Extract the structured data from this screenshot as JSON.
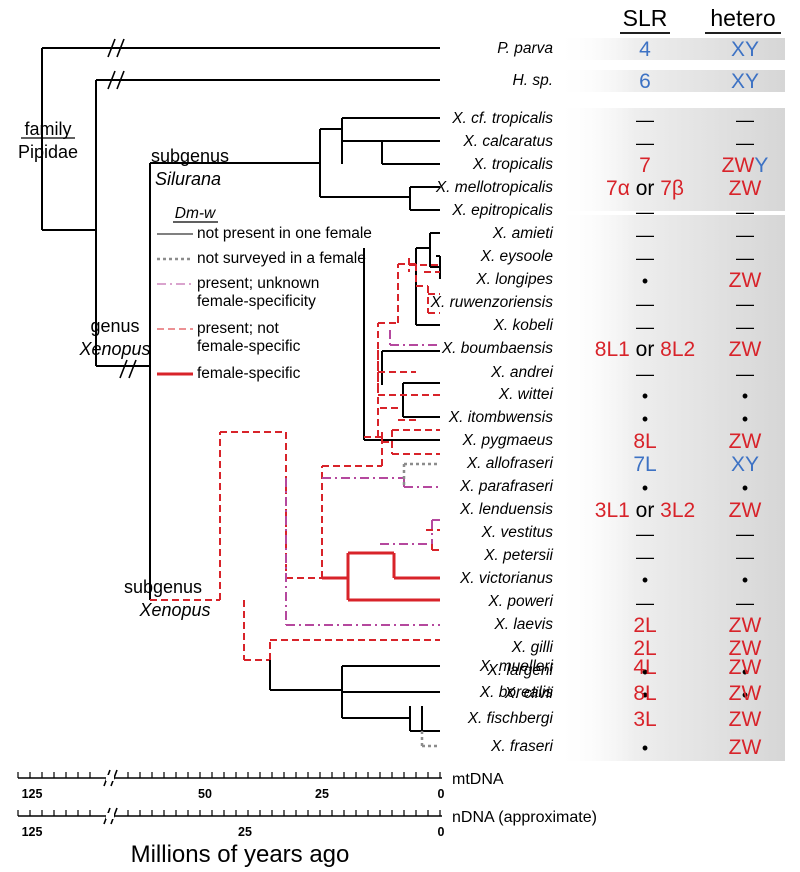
{
  "columns": {
    "slr": "SLR",
    "hetero": "hetero"
  },
  "labels": {
    "family": [
      "family",
      "Pipidae"
    ],
    "silurana": [
      "subgenus",
      "Silurana"
    ],
    "genus": [
      "genus",
      "Xenopus"
    ],
    "subgenus_xenopus": [
      "subgenus",
      "Xenopus"
    ]
  },
  "legend": {
    "title": "Dm-w",
    "items": [
      {
        "style": "solid-black",
        "lines": [
          "not present in one female"
        ]
      },
      {
        "style": "dotted-gray",
        "lines": [
          "not surveyed in a female"
        ]
      },
      {
        "style": "dashdot-magenta",
        "lines": [
          "present; unknown",
          "female-specificity"
        ]
      },
      {
        "style": "dashed-red",
        "lines": [
          "present; not",
          "female-specific"
        ]
      },
      {
        "style": "solid-red",
        "lines": [
          "female-specific"
        ]
      }
    ]
  },
  "colors": {
    "red": "#d8232a",
    "blue": "#3d72c4",
    "gray": "#8c8c8c",
    "magenta": "#b5489e"
  },
  "taxa": [
    {
      "name": "P. parva",
      "slr": [
        {
          "t": "4",
          "c": "blue"
        }
      ],
      "het": [
        {
          "t": "XY",
          "c": "blue"
        }
      ]
    },
    {
      "name": "H. sp.",
      "slr": [
        {
          "t": "6",
          "c": "blue"
        }
      ],
      "het": [
        {
          "t": "XY",
          "c": "blue"
        }
      ]
    },
    {
      "name": "X. cf. tropicalis",
      "slr": [
        {
          "t": "—",
          "c": "blk"
        }
      ],
      "het": [
        {
          "t": "—",
          "c": "blk"
        }
      ]
    },
    {
      "name": "X. calcaratus",
      "slr": [
        {
          "t": "—",
          "c": "blk"
        }
      ],
      "het": [
        {
          "t": "—",
          "c": "blk"
        }
      ]
    },
    {
      "name": "X. tropicalis",
      "slr": [
        {
          "t": "7",
          "c": "red"
        }
      ],
      "het": [
        {
          "t": "ZW",
          "c": "red"
        },
        {
          "t": "Y",
          "c": "blue"
        }
      ]
    },
    {
      "name": "X. mellotropicalis",
      "slr": [
        {
          "t": "7α",
          "c": "red"
        },
        {
          "t": " or ",
          "c": "blk"
        },
        {
          "t": "7β",
          "c": "red"
        }
      ],
      "het": [
        {
          "t": "ZW",
          "c": "red"
        }
      ]
    },
    {
      "name": "X. epitropicalis",
      "slr": [
        {
          "t": "—",
          "c": "blk"
        }
      ],
      "het": [
        {
          "t": "—",
          "c": "blk"
        }
      ]
    },
    {
      "name": "X. amieti",
      "slr": [
        {
          "t": "—",
          "c": "blk"
        }
      ],
      "het": [
        {
          "t": "—",
          "c": "blk"
        }
      ]
    },
    {
      "name": "X. eysoole",
      "slr": [
        {
          "t": "—",
          "c": "blk"
        }
      ],
      "het": [
        {
          "t": "—",
          "c": "blk"
        }
      ]
    },
    {
      "name": "X. longipes",
      "slr": [
        {
          "t": "•",
          "c": "blk"
        }
      ],
      "het": [
        {
          "t": "ZW",
          "c": "red"
        }
      ]
    },
    {
      "name": "X. ruwenzoriensis",
      "slr": [
        {
          "t": "—",
          "c": "blk"
        }
      ],
      "het": [
        {
          "t": "—",
          "c": "blk"
        }
      ]
    },
    {
      "name": "X. kobeli",
      "slr": [
        {
          "t": "—",
          "c": "blk"
        }
      ],
      "het": [
        {
          "t": "—",
          "c": "blk"
        }
      ]
    },
    {
      "name": "X. boumbaensis",
      "slr": [
        {
          "t": "8L1",
          "c": "red"
        },
        {
          "t": " or ",
          "c": "blk"
        },
        {
          "t": "8L2",
          "c": "red"
        }
      ],
      "het": [
        {
          "t": "ZW",
          "c": "red"
        }
      ]
    },
    {
      "name": "X. andrei",
      "slr": [
        {
          "t": "—",
          "c": "blk"
        }
      ],
      "het": [
        {
          "t": "—",
          "c": "blk"
        }
      ]
    },
    {
      "name": "X. wittei",
      "slr": [
        {
          "t": "•",
          "c": "blk"
        }
      ],
      "het": [
        {
          "t": "•",
          "c": "blk"
        }
      ]
    },
    {
      "name": "X. itombwensis",
      "slr": [
        {
          "t": "•",
          "c": "blk"
        }
      ],
      "het": [
        {
          "t": "•",
          "c": "blk"
        }
      ]
    },
    {
      "name": "X. pygmaeus",
      "slr": [
        {
          "t": "8L",
          "c": "red"
        }
      ],
      "het": [
        {
          "t": "ZW",
          "c": "red"
        }
      ]
    },
    {
      "name": "X. allofraseri",
      "slr": [
        {
          "t": "7L",
          "c": "blue"
        }
      ],
      "het": [
        {
          "t": "XY",
          "c": "blue"
        }
      ]
    },
    {
      "name": "X. parafraseri",
      "slr": [
        {
          "t": "•",
          "c": "blk"
        }
      ],
      "het": [
        {
          "t": "•",
          "c": "blk"
        }
      ]
    },
    {
      "name": "X. lenduensis",
      "slr": [
        {
          "t": "3L1",
          "c": "red"
        },
        {
          "t": " or ",
          "c": "blk"
        },
        {
          "t": "3L2",
          "c": "red"
        }
      ],
      "het": [
        {
          "t": "ZW",
          "c": "red"
        }
      ]
    },
    {
      "name": "X. vestitus",
      "slr": [
        {
          "t": "—",
          "c": "blk"
        }
      ],
      "het": [
        {
          "t": "—",
          "c": "blk"
        }
      ]
    },
    {
      "name": "X. petersii",
      "slr": [
        {
          "t": "—",
          "c": "blk"
        }
      ],
      "het": [
        {
          "t": "—",
          "c": "blk"
        }
      ]
    },
    {
      "name": "X. victorianus",
      "slr": [
        {
          "t": "•",
          "c": "blk"
        }
      ],
      "het": [
        {
          "t": "•",
          "c": "blk"
        }
      ]
    },
    {
      "name": "X. poweri",
      "slr": [
        {
          "t": "—",
          "c": "blk"
        }
      ],
      "het": [
        {
          "t": "—",
          "c": "blk"
        }
      ]
    },
    {
      "name": "X. laevis",
      "slr": [
        {
          "t": "2L",
          "c": "red"
        }
      ],
      "het": [
        {
          "t": "ZW",
          "c": "red"
        }
      ]
    },
    {
      "name": "X. gilli",
      "slr": [
        {
          "t": "2L",
          "c": "red"
        }
      ],
      "het": [
        {
          "t": "ZW",
          "c": "red"
        }
      ]
    },
    {
      "name": "X. largeni",
      "slr": [
        {
          "t": "•",
          "c": "blk"
        }
      ],
      "het": [
        {
          "t": "•",
          "c": "blk"
        }
      ]
    },
    {
      "name": "X. clivii",
      "slr": [
        {
          "t": "•",
          "c": "blk"
        }
      ],
      "het": [
        {
          "t": "•",
          "c": "blk"
        }
      ]
    },
    {
      "name": "X. muelleri",
      "slr": [
        {
          "t": "4L",
          "c": "red"
        }
      ],
      "het": [
        {
          "t": "ZW",
          "c": "red"
        }
      ]
    },
    {
      "name": "X. borealis",
      "slr": [
        {
          "t": "8L",
          "c": "red"
        }
      ],
      "het": [
        {
          "t": "ZW",
          "c": "red"
        }
      ]
    },
    {
      "name": "X. fischbergi",
      "slr": [
        {
          "t": "3L",
          "c": "red"
        }
      ],
      "het": [
        {
          "t": "ZW",
          "c": "red"
        }
      ]
    },
    {
      "name": "X. fraseri",
      "slr": [
        {
          "t": "•",
          "c": "blk"
        }
      ],
      "het": [
        {
          "t": "ZW",
          "c": "red"
        }
      ]
    }
  ],
  "axes": {
    "mtdna": {
      "label": "mtDNA",
      "ticks": [
        "125",
        "50",
        "25",
        "0"
      ]
    },
    "ndna": {
      "label": "nDNA (approximate)",
      "ticks": [
        "125",
        "25",
        "0"
      ]
    },
    "title": "Millions of years ago"
  }
}
